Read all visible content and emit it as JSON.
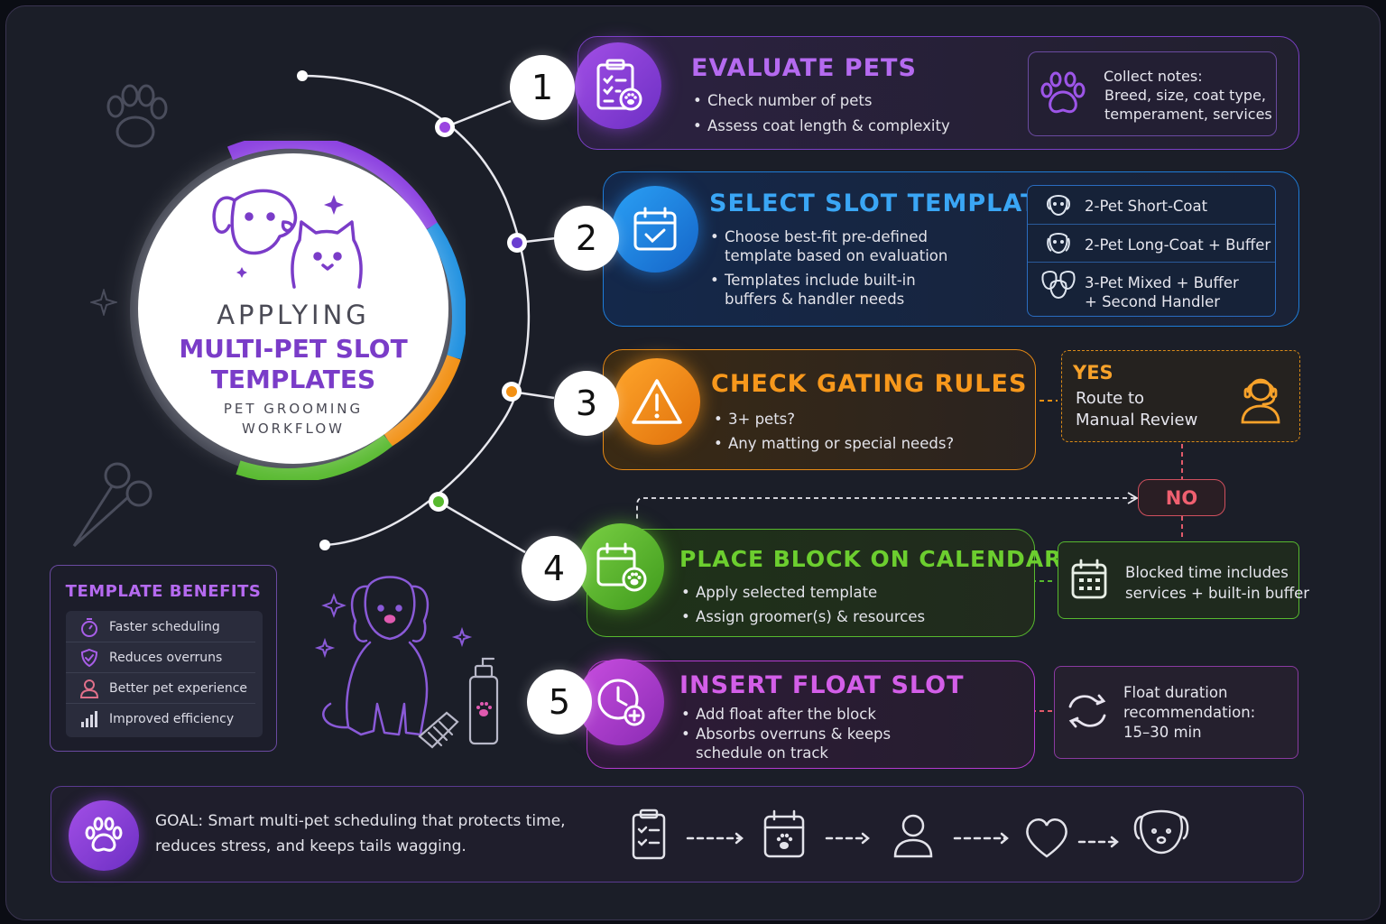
{
  "center": {
    "line1": "APPLYING",
    "line2": "MULTI-PET SLOT",
    "line3": "TEMPLATES",
    "line4": "PET GROOMING",
    "line5": "WORKFLOW"
  },
  "steps": [
    {
      "number": "1",
      "title": "EVALUATE PETS",
      "bullets": [
        "Check number of pets",
        "Assess coat length & complexity"
      ],
      "color": "#8b3fd9"
    },
    {
      "number": "2",
      "title": "SELECT SLOT TEMPLATE",
      "bullets": [
        "Choose best-fit pre-defined",
        "template based on evaluation",
        "Templates include built-in",
        "buffers & handler needs"
      ],
      "color": "#1e88e5"
    },
    {
      "number": "3",
      "title": "CHECK GATING RULES",
      "bullets": [
        "3+ pets?",
        "Any matting or special needs?"
      ],
      "color": "#f29013"
    },
    {
      "number": "4",
      "title": "PLACE BLOCK ON CALENDAR",
      "bullets": [
        "Apply selected template",
        "Assign groomer(s) & resources"
      ],
      "color": "#57b92e"
    },
    {
      "number": "5",
      "title": "INSERT FLOAT SLOT",
      "bullets": [
        "Add float after the block",
        "Absorbs overruns & keeps",
        "schedule on track"
      ],
      "color": "#b43ad0"
    }
  ],
  "notes_box": {
    "line1": "Collect notes:",
    "line2": "Breed, size, coat type,",
    "line3": "temperament, services"
  },
  "templates": [
    "2-Pet Short-Coat",
    "2-Pet Long-Coat + Buffer",
    "3-Pet Mixed + Buffer",
    "+ Second Handler"
  ],
  "yes_box": {
    "label": "YES",
    "line1": "Route to",
    "line2": "Manual Review"
  },
  "no_label": "NO",
  "block_box": {
    "line1": "Blocked time includes",
    "line2": "services + built-in buffer"
  },
  "float_box": {
    "line1": "Float duration",
    "line2": "recommendation:",
    "line3": "15–30 min"
  },
  "benefits": {
    "title": "TEMPLATE BENEFITS",
    "items": [
      "Faster scheduling",
      "Reduces overruns",
      "Better pet experience",
      "Improved efficiency"
    ]
  },
  "goal": {
    "line1": "GOAL: Smart multi-pet scheduling that protects time,",
    "line2": "reduces stress, and keeps tails wagging."
  }
}
